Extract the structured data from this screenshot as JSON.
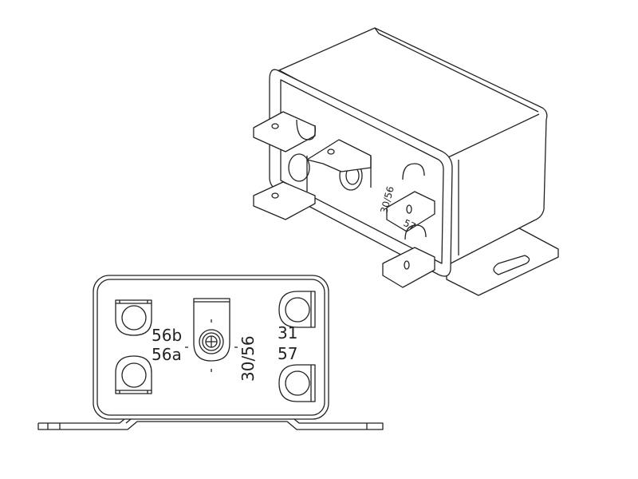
{
  "front_view": {
    "labels": {
      "t56b": "56b",
      "t56a": "56a",
      "t3056": "30/56",
      "t31": "31",
      "t57": "57"
    }
  },
  "iso_view": {
    "labels": {
      "t3056": "30/56",
      "t57": "57"
    }
  }
}
